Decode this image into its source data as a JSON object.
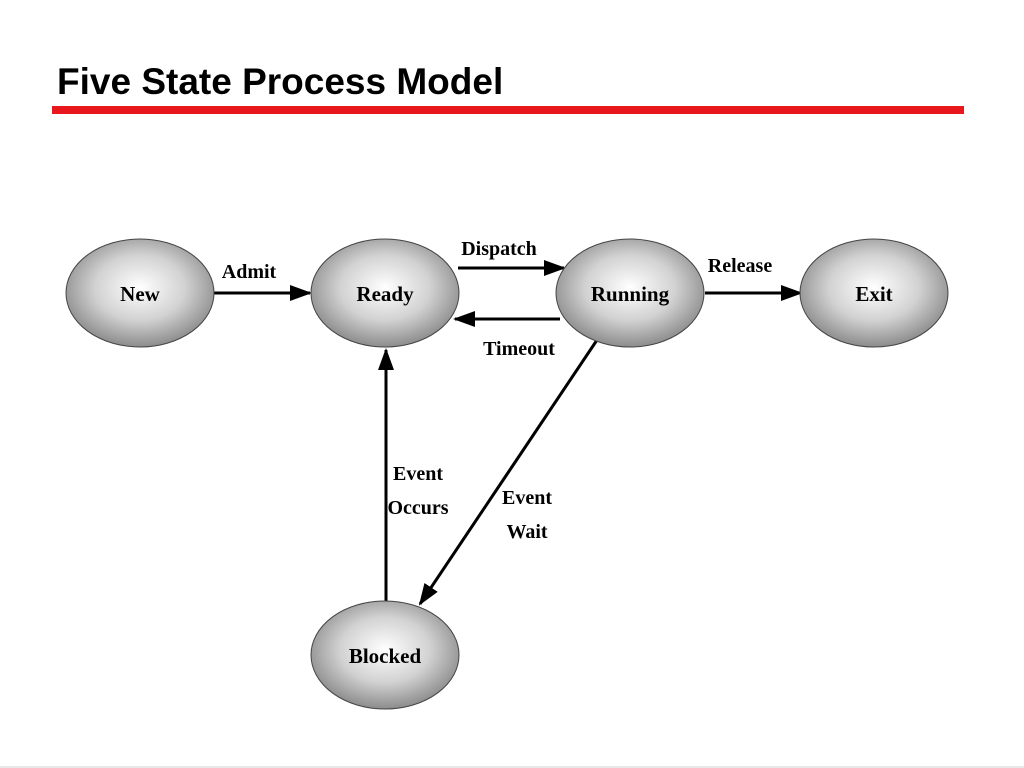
{
  "title": "Five State Process Model",
  "colors": {
    "title_rule": "#e8171c",
    "state_fill_light": "#ffffff",
    "state_fill_dark": "#8c8c8c"
  },
  "states": {
    "new": "New",
    "ready": "Ready",
    "running": "Running",
    "exit": "Exit",
    "blocked": "Blocked"
  },
  "transitions": {
    "admit": "Admit",
    "dispatch": "Dispatch",
    "timeout": "Timeout",
    "release": "Release",
    "event_occurs": [
      "Event",
      "Occurs"
    ],
    "event_wait": [
      "Event",
      "Wait"
    ]
  }
}
